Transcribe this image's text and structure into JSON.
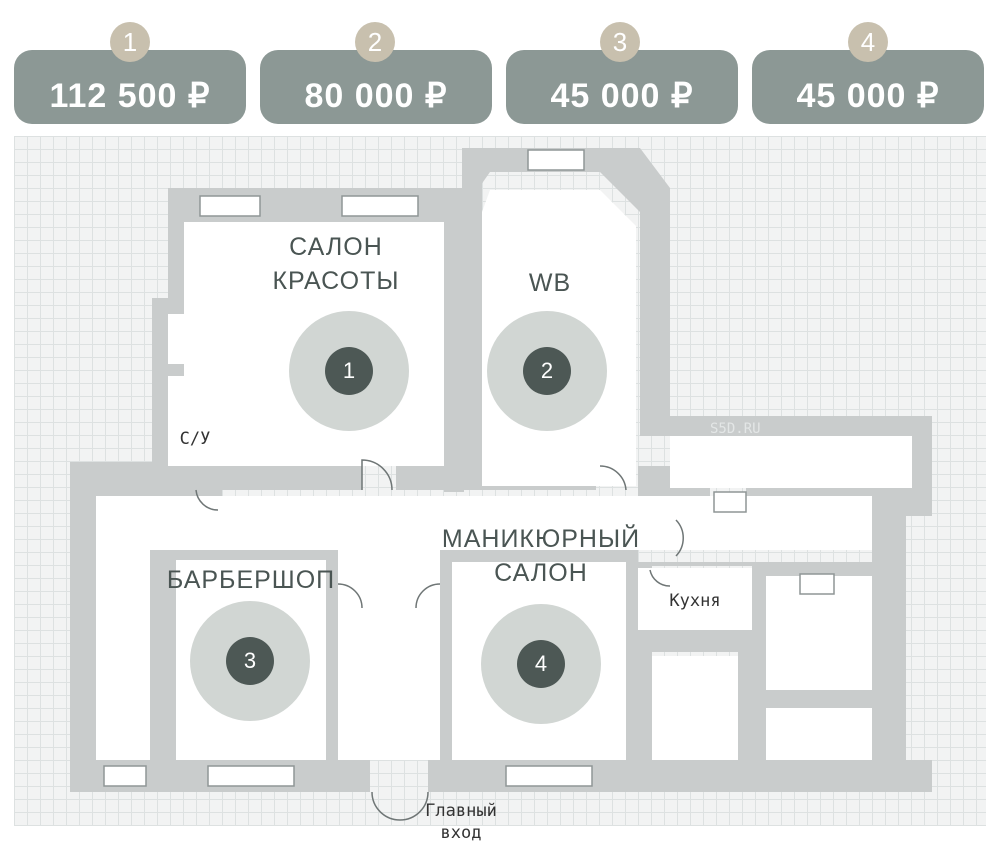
{
  "prices": [
    {
      "number": "1",
      "price": "112 500 ₽"
    },
    {
      "number": "2",
      "price": "80 000 ₽"
    },
    {
      "number": "3",
      "price": "45 000 ₽"
    },
    {
      "number": "4",
      "price": "45 000 ₽"
    }
  ],
  "rooms": {
    "beauty_salon": {
      "label_line1": "САЛОН",
      "label_line2": "КРАСОТЫ",
      "number": "1"
    },
    "wb": {
      "label": "WB",
      "number": "2"
    },
    "barbershop": {
      "label": "БАРБЕРШОП",
      "number": "3"
    },
    "manicure_salon": {
      "label_line1": "МАНИКЮРНЫЙ",
      "label_line2": "САЛОН",
      "number": "4"
    }
  },
  "labels": {
    "bathroom": "С/У",
    "kitchen": "Кухня",
    "entrance_line1": "Главный",
    "entrance_line2": "вход",
    "watermark": "S5D.RU"
  },
  "colors": {
    "card": "#8c9895",
    "card_badge": "#c8c0ae",
    "wall": "#c9cccc",
    "halo": "#d1d6d3",
    "room_number_circle": "#4d5855"
  }
}
